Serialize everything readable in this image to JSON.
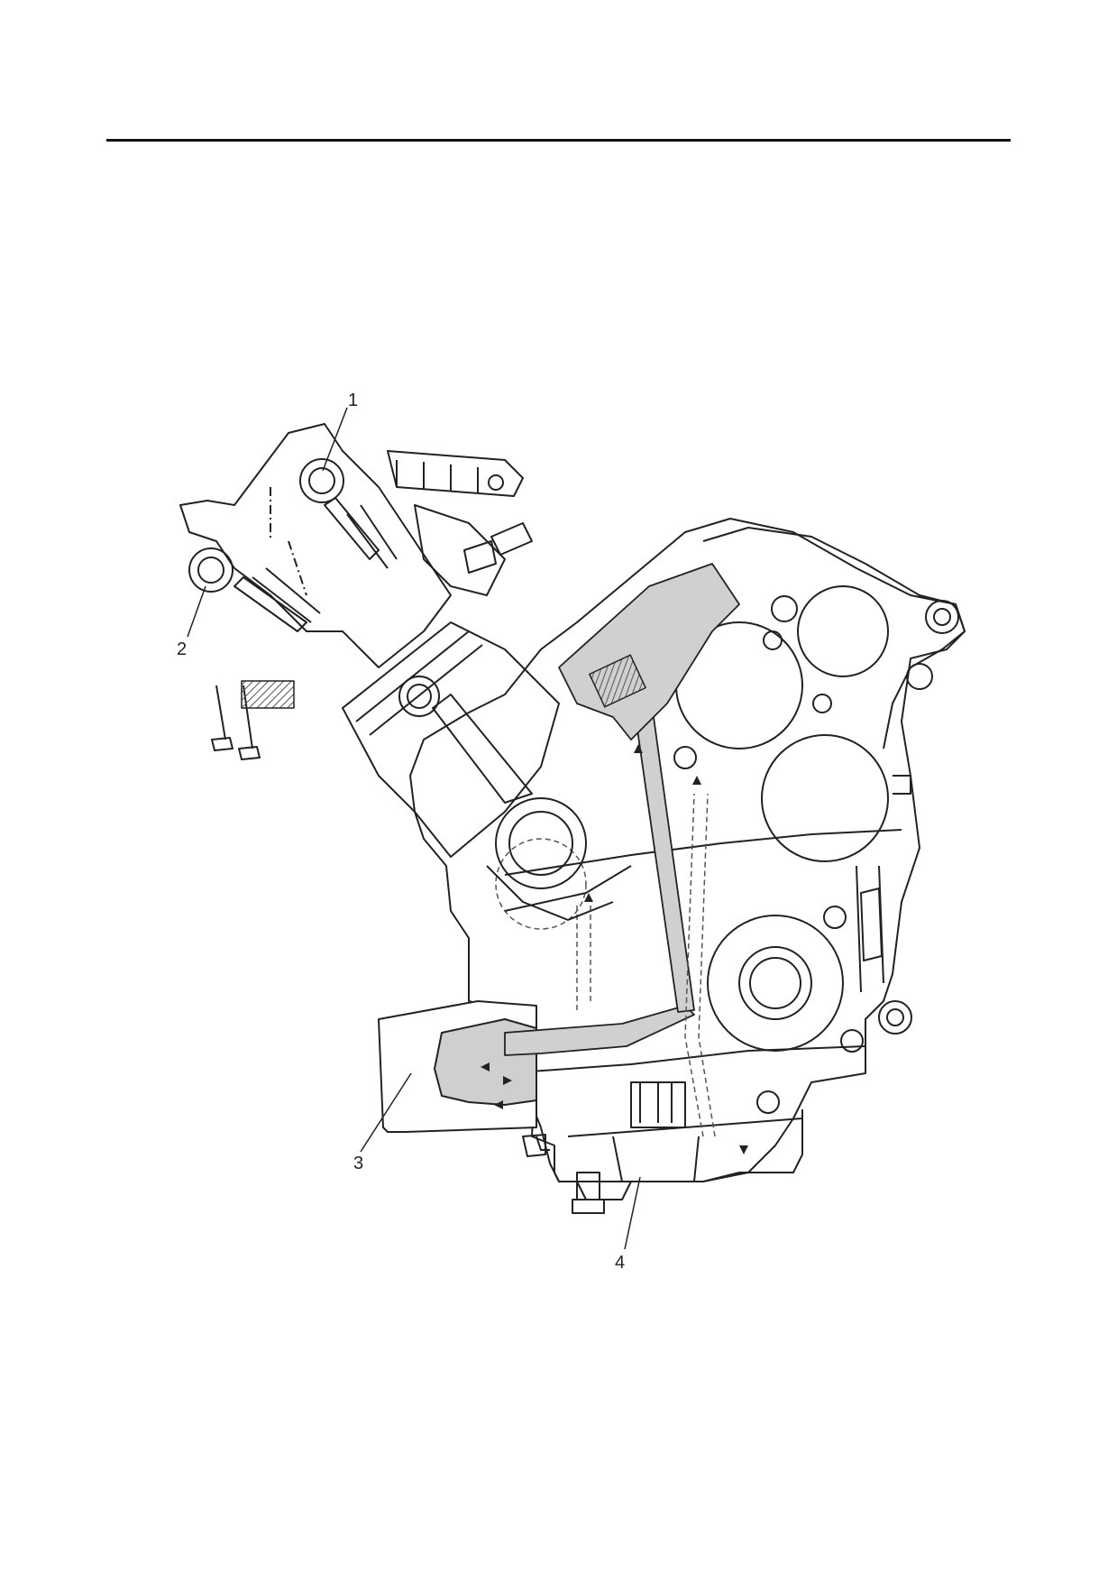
{
  "diagram": {
    "callouts": [
      {
        "id": "1",
        "label": "1"
      },
      {
        "id": "2",
        "label": "2"
      },
      {
        "id": "3",
        "label": "3"
      },
      {
        "id": "4",
        "label": "4"
      }
    ]
  },
  "colors": {
    "line": "#222222",
    "shade": "#cfcfcf",
    "hatch": "#8a8a8a"
  }
}
